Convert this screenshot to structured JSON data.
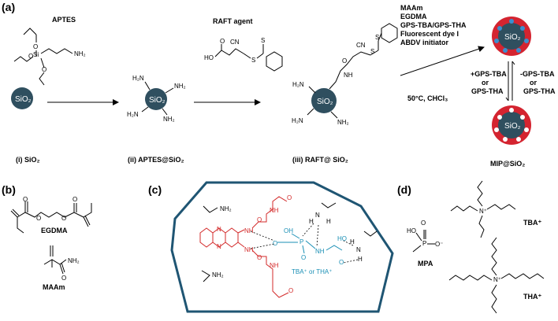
{
  "panels": {
    "a": "(a)",
    "b": "(b)",
    "c": "(c)",
    "d": "(d)"
  },
  "particle": {
    "label": "SiO₂",
    "color": "#2f4f5f",
    "shell_color": "#d42430",
    "site_color": "#3b8fcf"
  },
  "panel_a": {
    "aptes_label": "APTES",
    "raft_label": "RAFT agent",
    "conditions": [
      "MAAm",
      "EGDMA",
      "GPS-TBA/GPS-THA",
      "Fluorescent dye I",
      "ABDV initiator"
    ],
    "reaction_conditions": "50°C, CHCl₃",
    "plus_label": [
      "+GPS-TBA",
      "or",
      "GPS-THA"
    ],
    "minus_label": [
      "-GPS-TBA",
      "or",
      "GPS-THA"
    ],
    "captions": [
      "(i) SiO₂",
      "(ii) APTES@SiO₂",
      "(iii) RAFT@ SiO₂",
      "MIP@SiO₂"
    ],
    "nh2": "NH₂",
    "h2n": "H₂N",
    "nh": "NH",
    "o": "O",
    "si": "Si",
    "cn": "CN",
    "s": "S",
    "ho": "HO"
  },
  "panel_b": {
    "egdma": "EGDMA",
    "maam": "MAAm"
  },
  "panel_c": {
    "ion_label": "TBA⁺ or THA⁺",
    "atoms": {
      "nh2": "NH₂",
      "nh": "NH",
      "n": "N",
      "o": "O",
      "oh": "OH",
      "ho": "HO",
      "h": "H",
      "p": "P"
    },
    "colors": {
      "dye": "#d32a2a",
      "template": "#1a8fb5",
      "cavity": "#1f5573"
    }
  },
  "panel_d": {
    "mpa": "MPA",
    "tba": "TBA⁺",
    "tha": "THA⁺",
    "n_plus": "N⁺",
    "p": "P",
    "o": "O",
    "oh": "HO",
    "o_minus": "O⁻"
  }
}
